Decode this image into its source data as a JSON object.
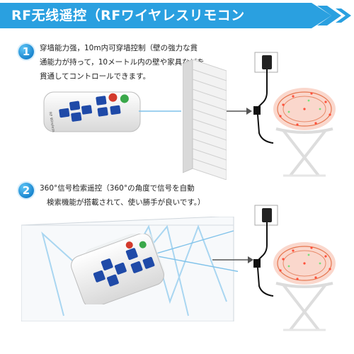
{
  "banner": {
    "title": "RF无线遥控（RFワイヤレスリモコン",
    "color": "#2aa0e0"
  },
  "section1": {
    "number": "1",
    "lines": [
      "穿墙能力强，10m内可穿墙控制（壁の強力な貫",
      "通能力が持って，10メートル内の壁や家具などを",
      "貫通してコントロールできます。"
    ]
  },
  "section2": {
    "number": "2",
    "lines": [
      "360°信号检索遥控（360°の角度で信号を自動",
      "検索機能が搭載されて、使い勝手が良いです。）"
    ]
  },
  "remote": {
    "brand_label": "RF Wireless",
    "button_color": "#1f4aa8",
    "on_color": "#3aa84a",
    "off_color": "#d33a2c"
  }
}
